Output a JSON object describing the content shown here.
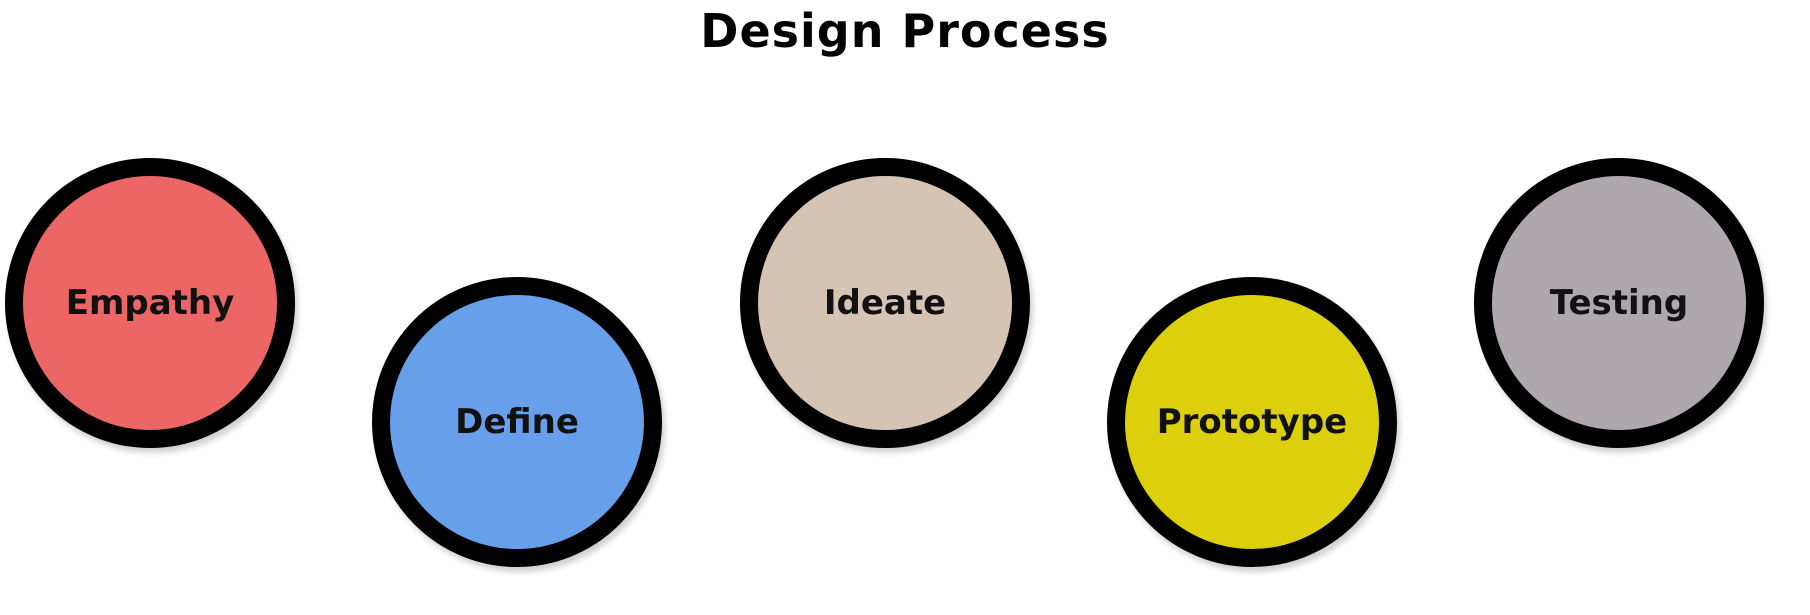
{
  "title": "Design Process",
  "steps": [
    {
      "label": "Empathy",
      "color": "#ec6666"
    },
    {
      "label": "Define",
      "color": "#679fea"
    },
    {
      "label": "Ideate",
      "color": "#d5c4b4"
    },
    {
      "label": "Prototype",
      "color": "#dccf0b"
    },
    {
      "label": "Testing",
      "color": "#aea7ae"
    }
  ]
}
